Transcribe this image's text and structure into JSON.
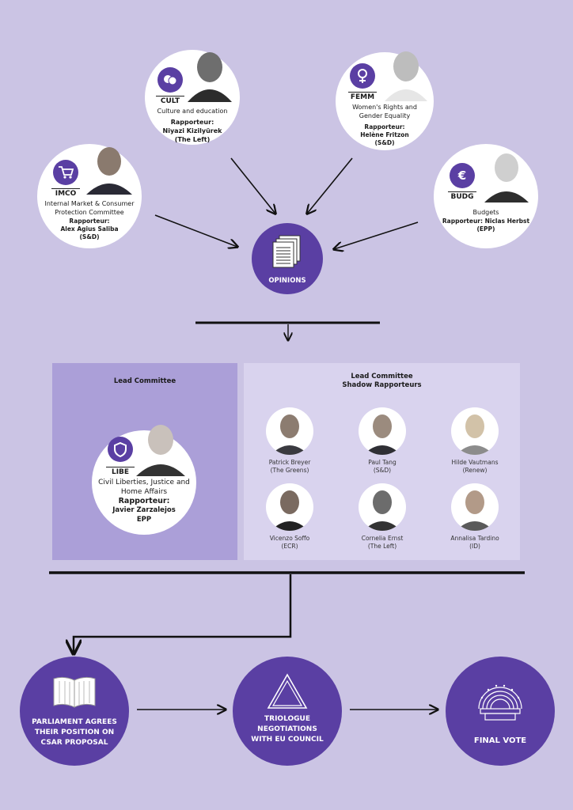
{
  "committees": {
    "cult": {
      "code": "CULT",
      "name": "Culture and education",
      "rap_label": "Rapporteur:",
      "rap_name": "Niyazi Kizilyürek",
      "rap_group": "(The Left)"
    },
    "femm": {
      "code": "FEMM",
      "name1": "Women's Rights and",
      "name2": "Gender Equality",
      "rap_label": "Rapporteur:",
      "rap_name": "Helène Fritzon",
      "rap_group": "(S&D)"
    },
    "imco": {
      "code": "IMCO",
      "name1": "Internal Market & Consumer",
      "name2": "Protection Committee",
      "rap_label": "Rapporteur:",
      "rap_name": "Alex Agius Saliba",
      "rap_group": "(S&D)"
    },
    "budg": {
      "code": "BUDG",
      "name": "Budgets",
      "rap_label": "Rapporteur: Niclas Herbst",
      "rap_group": "(EPP)"
    }
  },
  "opinions": {
    "label": "OPINIONS"
  },
  "lead": {
    "title": "Lead Committee",
    "code": "LIBE",
    "name1": "Civil Liberties, Justice and",
    "name2": "Home Affairs",
    "rap_label": "Rapporteur:",
    "rap_name": "Javier Zarzalejos",
    "rap_group": "EPP"
  },
  "shadow": {
    "title1": "Lead Committee",
    "title2": "Shadow Rapporteurs",
    "members": [
      {
        "name": "Patrick Breyer",
        "group": "(The Greens)"
      },
      {
        "name": "Paul Tang",
        "group": "(S&D)"
      },
      {
        "name": "Hilde Vautmans",
        "group": "(Renew)"
      },
      {
        "name": "Vicenzo Soffo",
        "group": "(ECR)"
      },
      {
        "name": "Cornelia Ernst",
        "group": "(The Left)"
      },
      {
        "name": "Annalisa Tardino",
        "group": "(ID)"
      }
    ]
  },
  "steps": {
    "parliament": {
      "l1": "PARLIAMENT AGREES",
      "l2": "THEIR POSITION ON",
      "l3": "CSAR PROPOSAL"
    },
    "triologue": {
      "l1": "TRIOLOGUE",
      "l2": "NEGOTIATIONS",
      "l3": "WITH EU COUNCIL"
    },
    "final": {
      "l1": "FINAL VOTE"
    }
  },
  "colors": {
    "background": "#cbc4e4",
    "accent": "#5a3fa3",
    "lead_panel": "#ab9fd8",
    "shadow_panel": "#d9d3ee"
  }
}
